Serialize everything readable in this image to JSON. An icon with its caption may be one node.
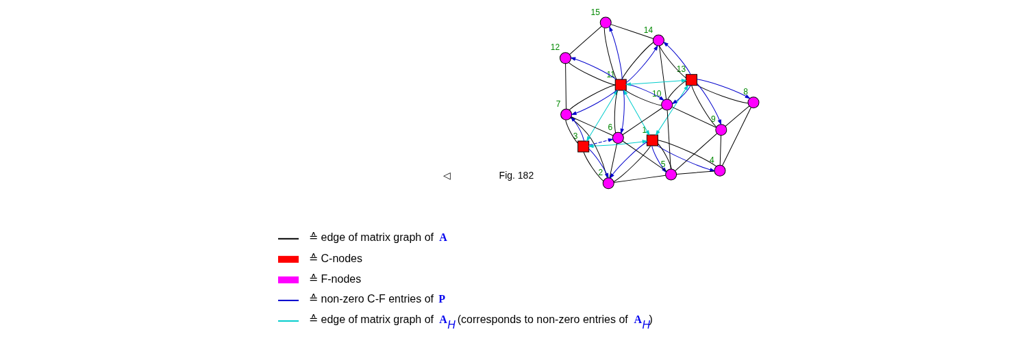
{
  "diagram": {
    "nodes": [
      {
        "text": [],
        "shape": "box",
        "beside": [
          "1"
        ]
      },
      {
        "text": [],
        "shape": "circle",
        "beside": [
          "2"
        ]
      },
      {
        "text": [],
        "shape": "box",
        "beside": [
          "3"
        ]
      },
      {
        "text": [],
        "shape": "circle",
        "beside": [
          "4"
        ]
      },
      {
        "text": [],
        "shape": "circle",
        "beside": [
          "5"
        ]
      },
      {
        "text": [],
        "shape": "circle",
        "beside": [
          "6"
        ]
      },
      {
        "text": [],
        "shape": "circle",
        "beside": [
          "7"
        ]
      },
      {
        "text": [],
        "shape": "circle",
        "beside": [
          "8"
        ]
      },
      {
        "text": [],
        "shape": "circle",
        "beside": [
          "9"
        ]
      },
      {
        "text": [],
        "shape": "circle",
        "beside": [
          "10"
        ]
      },
      {
        "text": [],
        "shape": "box",
        "beside": [
          "11"
        ]
      },
      {
        "text": [],
        "shape": "circle",
        "beside": [
          "12"
        ]
      },
      {
        "text": [],
        "shape": "box",
        "beside": [
          "13"
        ]
      },
      {
        "text": [],
        "shape": "circle",
        "beside": [
          "14"
        ]
      },
      {
        "text": [],
        "shape": "circle",
        "beside": [
          "15"
        ]
      }
    ],
    "edges": [
      {
        "from": 0,
        "to": 1,
        "arrow": "none"
      },
      {
        "from": 0,
        "to": 3,
        "arrow": "none"
      },
      {
        "from": 0,
        "to": 4,
        "arrow": "none"
      },
      {
        "from": 1,
        "to": 2,
        "arrow": "none"
      },
      {
        "from": 1,
        "to": 4,
        "arrow": "none"
      },
      {
        "from": 1,
        "to": 5,
        "arrow": "none"
      },
      {
        "from": 1,
        "to": 6,
        "arrow": "none"
      },
      {
        "from": 2,
        "to": 6,
        "arrow": "none"
      },
      {
        "from": 3,
        "to": 4,
        "arrow": "none"
      },
      {
        "from": 3,
        "to": 7,
        "arrow": "none"
      },
      {
        "from": 3,
        "to": 8,
        "arrow": "none"
      },
      {
        "from": 4,
        "to": 5,
        "arrow": "none"
      },
      {
        "from": 4,
        "to": 8,
        "arrow": "none"
      },
      {
        "from": 4,
        "to": 9,
        "arrow": "none"
      },
      {
        "from": 5,
        "to": 6,
        "arrow": "none"
      },
      {
        "from": 5,
        "to": 9,
        "arrow": "none"
      },
      {
        "from": 5,
        "to": 10,
        "arrow": "none"
      },
      {
        "from": 6,
        "to": 10,
        "arrow": "none"
      },
      {
        "from": 6,
        "to": 11,
        "arrow": "none"
      },
      {
        "from": 7,
        "to": 8,
        "arrow": "none"
      },
      {
        "from": 7,
        "to": 12,
        "arrow": "none"
      },
      {
        "from": 8,
        "to": 9,
        "arrow": "none"
      },
      {
        "from": 8,
        "to": 12,
        "arrow": "none"
      },
      {
        "from": 9,
        "to": 10,
        "arrow": "none"
      },
      {
        "from": 9,
        "to": 12,
        "arrow": "none"
      },
      {
        "from": 9,
        "to": 13,
        "arrow": "none"
      },
      {
        "from": 10,
        "to": 11,
        "arrow": "none"
      },
      {
        "from": 10,
        "to": 13,
        "arrow": "none"
      },
      {
        "from": 10,
        "to": 14,
        "arrow": "none"
      },
      {
        "from": 11,
        "to": 14,
        "arrow": "none"
      },
      {
        "from": 12,
        "to": 13,
        "arrow": "none"
      },
      {
        "from": 13,
        "to": 14,
        "arrow": "none"
      },
      {
        "from": 0,
        "to": 1,
        "arrow": "to",
        "color": "#0000cc"
      },
      {
        "from": 0,
        "to": 3,
        "arrow": "to",
        "color": "#0000cc"
      },
      {
        "from": 0,
        "to": 4,
        "arrow": "to",
        "color": "#0000cc"
      },
      {
        "from": 2,
        "to": 1,
        "arrow": "to",
        "color": "#0000cc"
      },
      {
        "from": 2,
        "to": 6,
        "arrow": "to",
        "color": "#0000cc"
      },
      {
        "from": 2,
        "to": 5,
        "arrow": "to",
        "style": "dashed",
        "color": "#0000cc"
      },
      {
        "from": 10,
        "to": 5,
        "arrow": "to",
        "color": "#0000cc"
      },
      {
        "from": 10,
        "to": 6,
        "arrow": "to",
        "color": "#0000cc"
      },
      {
        "from": 10,
        "to": 9,
        "arrow": "to",
        "color": "#0000cc"
      },
      {
        "from": 10,
        "to": 11,
        "arrow": "to",
        "color": "#0000cc"
      },
      {
        "from": 10,
        "to": 13,
        "arrow": "to",
        "color": "#0000cc"
      },
      {
        "from": 10,
        "to": 14,
        "arrow": "to",
        "color": "#0000cc"
      },
      {
        "from": 12,
        "to": 7,
        "arrow": "to",
        "color": "#0000cc"
      },
      {
        "from": 12,
        "to": 8,
        "arrow": "to",
        "color": "#0000cc"
      },
      {
        "from": 12,
        "to": 9,
        "arrow": "to",
        "color": "#0000cc"
      },
      {
        "from": 12,
        "to": 13,
        "arrow": "to",
        "color": "#0000cc"
      },
      {
        "from": 0,
        "to": 2,
        "arrow": "both",
        "color": "#00cccc"
      },
      {
        "from": 0,
        "to": 12,
        "arrow": "both",
        "color": "#00cccc"
      },
      {
        "from": 0,
        "to": 10,
        "arrow": "both",
        "color": "#00cccc"
      },
      {
        "from": 2,
        "to": 10,
        "arrow": "both",
        "color": "#00cccc"
      },
      {
        "from": 10,
        "to": 12,
        "arrow": "both",
        "color": "#00cccc"
      }
    ],
    "labels": [
      "◁",
      "Fig. 182"
    ],
    "legend": [
      {
        "text": "≙ edge of matrix graph of **A**"
      },
      {
        "text": "≙ C-nodes"
      },
      {
        "text": "≙ F-nodes"
      },
      {
        "text": "≙ non-zero C-F entries of **P**"
      },
      {
        "text": "≙ edge of matrix graph of **A**$_{H}$ (corresponds to non-zero entries of **A**$_{H}$)"
      }
    ]
  }
}
